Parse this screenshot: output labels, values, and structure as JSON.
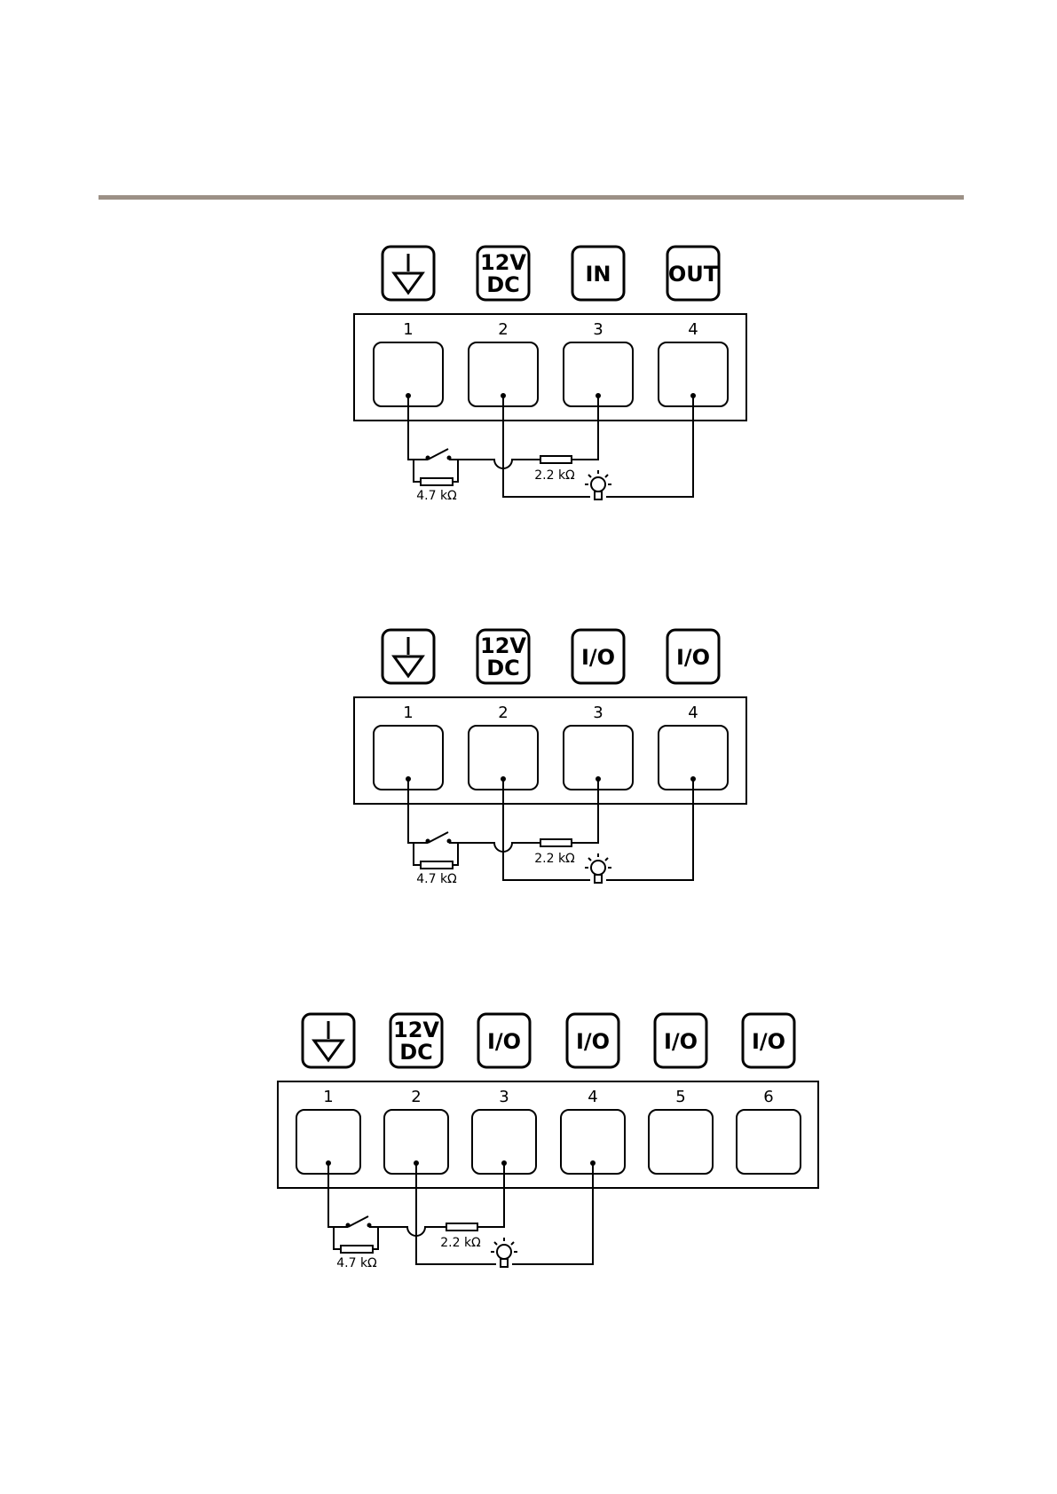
{
  "header_rule_color": "#9c9086",
  "diagrams": [
    {
      "id": "diagram-1",
      "icons": [
        {
          "name": "ground-icon",
          "kind": "ground",
          "text": []
        },
        {
          "name": "12v-dc-icon",
          "kind": "text",
          "text": [
            "12V",
            "DC"
          ]
        },
        {
          "name": "in-icon",
          "kind": "text",
          "text": [
            "IN"
          ]
        },
        {
          "name": "out-icon",
          "kind": "text",
          "text": [
            "OUT"
          ]
        }
      ],
      "pins": [
        "1",
        "2",
        "3",
        "4"
      ],
      "resistor_switch": "4.7 kΩ",
      "resistor_series": "2.2 kΩ"
    },
    {
      "id": "diagram-2",
      "icons": [
        {
          "name": "ground-icon",
          "kind": "ground",
          "text": []
        },
        {
          "name": "12v-dc-icon",
          "kind": "text",
          "text": [
            "12V",
            "DC"
          ]
        },
        {
          "name": "io-icon",
          "kind": "text",
          "text": [
            "I/O"
          ]
        },
        {
          "name": "io-icon",
          "kind": "text",
          "text": [
            "I/O"
          ]
        }
      ],
      "pins": [
        "1",
        "2",
        "3",
        "4"
      ],
      "resistor_switch": "4.7 kΩ",
      "resistor_series": "2.2 kΩ"
    },
    {
      "id": "diagram-3",
      "icons": [
        {
          "name": "ground-icon",
          "kind": "ground",
          "text": []
        },
        {
          "name": "12v-dc-icon",
          "kind": "text",
          "text": [
            "12V",
            "DC"
          ]
        },
        {
          "name": "io-icon",
          "kind": "text",
          "text": [
            "I/O"
          ]
        },
        {
          "name": "io-icon",
          "kind": "text",
          "text": [
            "I/O"
          ]
        },
        {
          "name": "io-icon",
          "kind": "text",
          "text": [
            "I/O"
          ]
        },
        {
          "name": "io-icon",
          "kind": "text",
          "text": [
            "I/O"
          ]
        }
      ],
      "pins": [
        "1",
        "2",
        "3",
        "4",
        "5",
        "6"
      ],
      "resistor_switch": "4.7 kΩ",
      "resistor_series": "2.2 kΩ"
    }
  ]
}
